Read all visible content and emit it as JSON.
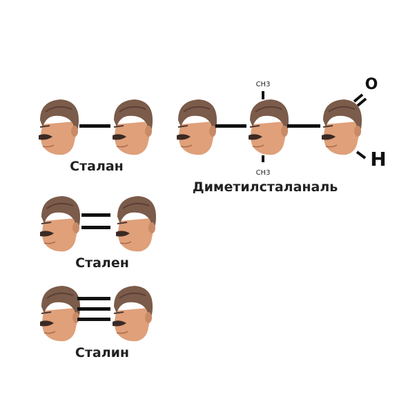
{
  "molecules": {
    "stalan": {
      "name": "Сталан"
    },
    "dimethyl": {
      "name": "Диметилсталаналь",
      "substituent_top": "CH3",
      "substituent_bottom": "CH3",
      "oxygen": "O",
      "hydrogen": "H"
    },
    "stalen": {
      "name": "Стален"
    },
    "stalin": {
      "name": "Сталин"
    }
  },
  "colors": {
    "skin": "#e0a37c",
    "hair": "#7a5a48",
    "bond": "#111111"
  }
}
